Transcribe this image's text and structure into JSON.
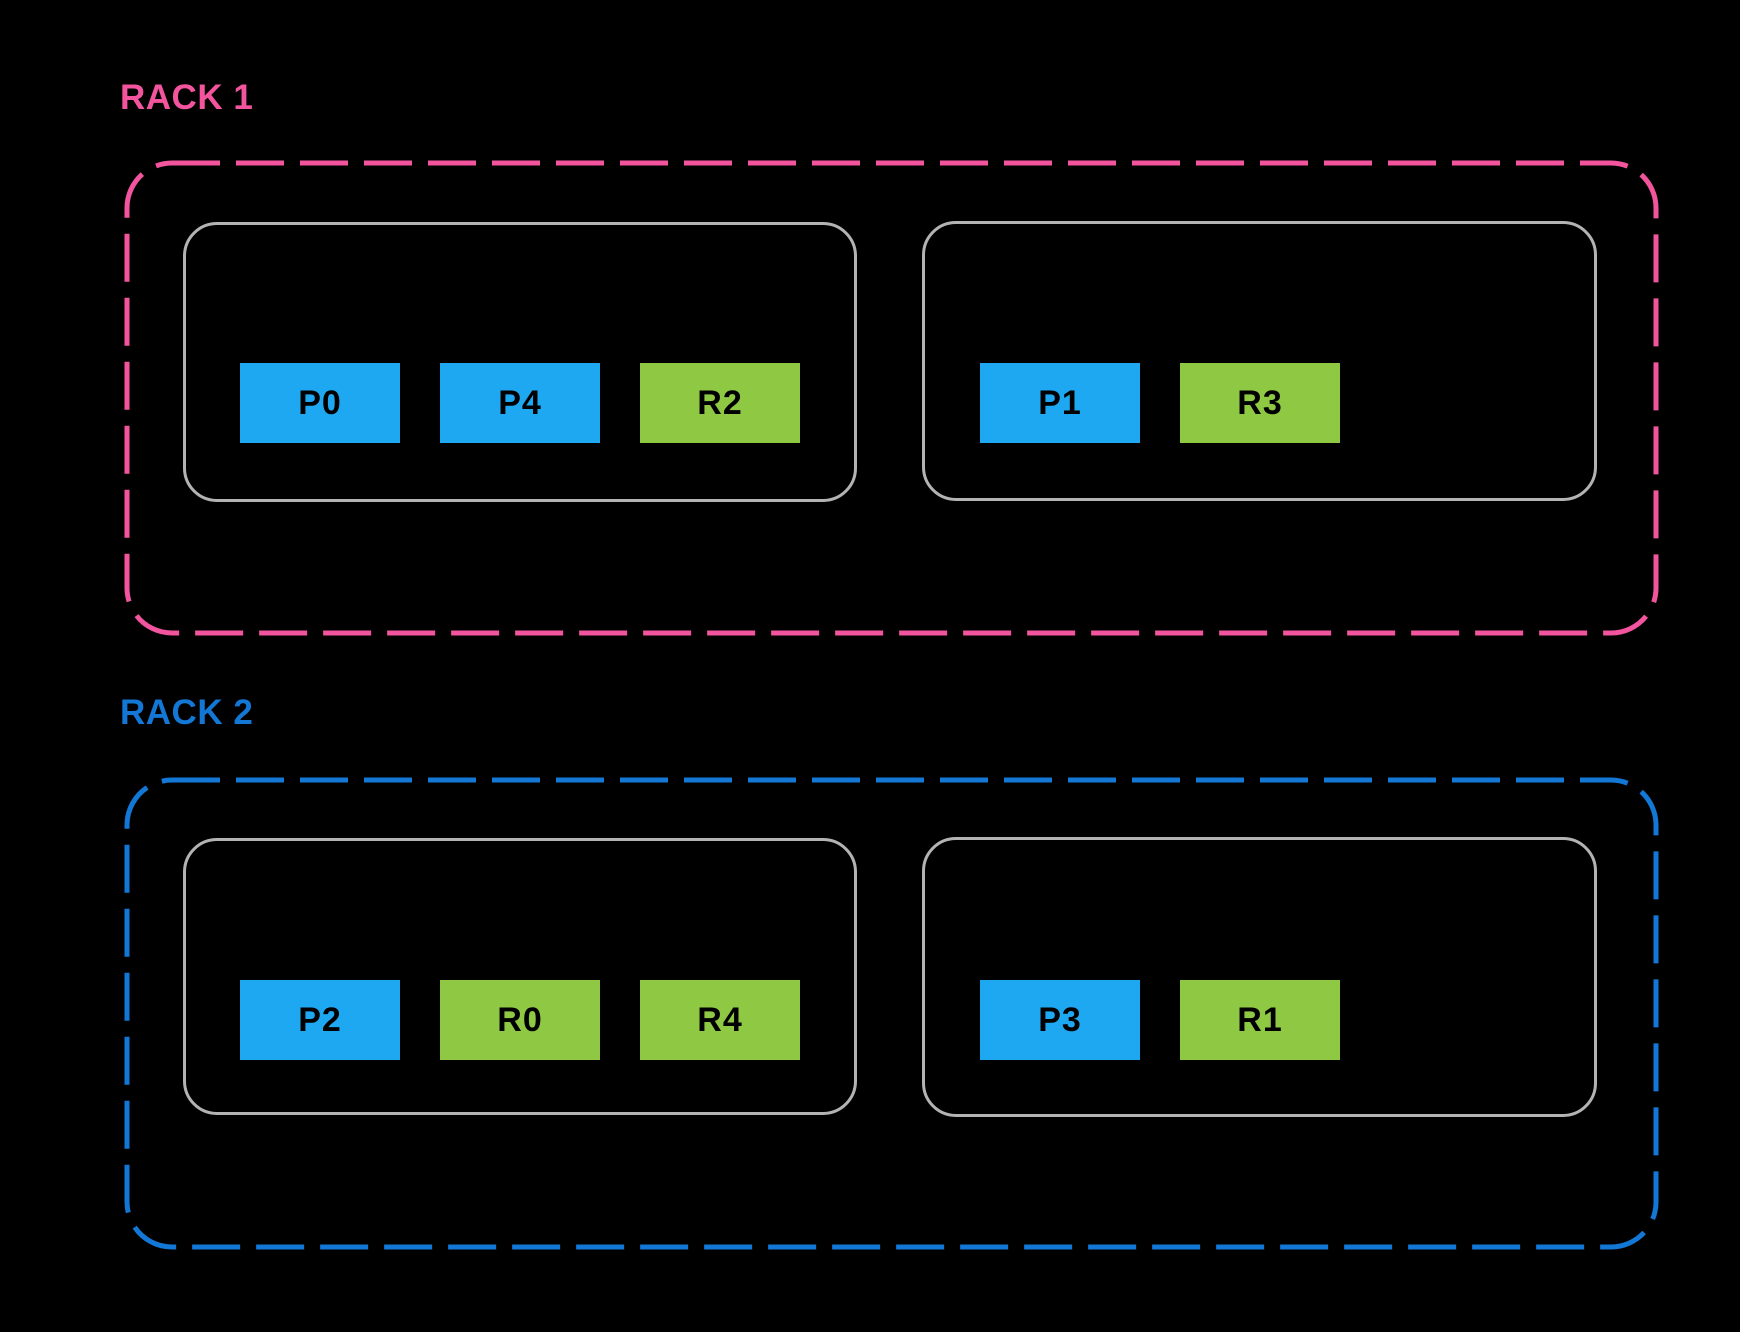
{
  "colors": {
    "background": "#000000",
    "rack1_accent": "#F2549D",
    "rack2_accent": "#1377D6",
    "node_border": "#B3B3B3",
    "primary_chip_fill": "#1FA8F2",
    "replica_chip_fill": "#8FC843",
    "chip_text": "#000000"
  },
  "racks": [
    {
      "label": "RACK 1",
      "accent": "#F2549D",
      "nodes": [
        {
          "chips": [
            {
              "label": "P0",
              "color": "#1FA8F2"
            },
            {
              "label": "P4",
              "color": "#1FA8F2"
            },
            {
              "label": "R2",
              "color": "#8FC843"
            }
          ]
        },
        {
          "chips": [
            {
              "label": "P1",
              "color": "#1FA8F2"
            },
            {
              "label": "R3",
              "color": "#8FC843"
            }
          ]
        }
      ]
    },
    {
      "label": "RACK 2",
      "accent": "#1377D6",
      "nodes": [
        {
          "chips": [
            {
              "label": "P2",
              "color": "#1FA8F2"
            },
            {
              "label": "R0",
              "color": "#8FC843"
            },
            {
              "label": "R4",
              "color": "#8FC843"
            }
          ]
        },
        {
          "chips": [
            {
              "label": "P3",
              "color": "#1FA8F2"
            },
            {
              "label": "R1",
              "color": "#8FC843"
            }
          ]
        }
      ]
    }
  ]
}
